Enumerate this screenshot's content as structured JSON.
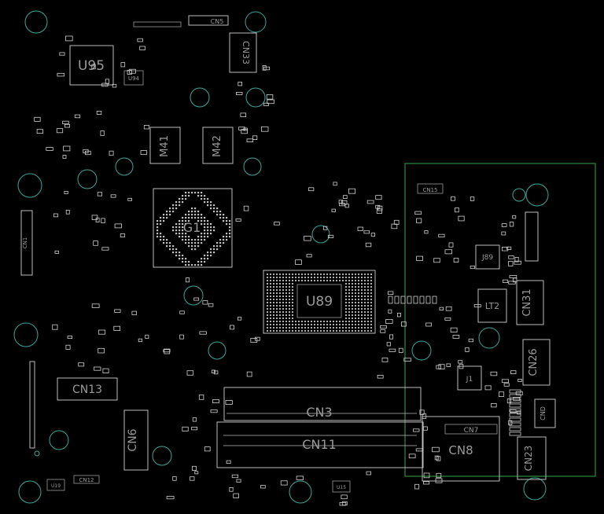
{
  "board": {
    "background": "#000000",
    "silkscreen_color": "#c8c8c8",
    "hole_color": "#3aa79a",
    "region_color": "#2e8b3e"
  },
  "labels": {
    "u95": "U95",
    "u94": "U94",
    "u89": "U89",
    "g1": "G1",
    "j1": "J1",
    "j89": "J89",
    "lt2": "LT2",
    "cn1": "CN1",
    "cn3": "CN3",
    "cn5": "CN5",
    "cn6": "CN6",
    "cn7": "CN7",
    "cn8": "CN8",
    "cn11": "CN11",
    "cn12": "CN12",
    "cn13": "CN13",
    "cn15": "CN15",
    "cn23": "CN23",
    "cn26": "CN26",
    "cn31": "CN31",
    "cn33": "CN33",
    "cnd": "CND",
    "m41": "M41",
    "m42": "M42",
    "u15": "U15",
    "u19": "U19"
  }
}
